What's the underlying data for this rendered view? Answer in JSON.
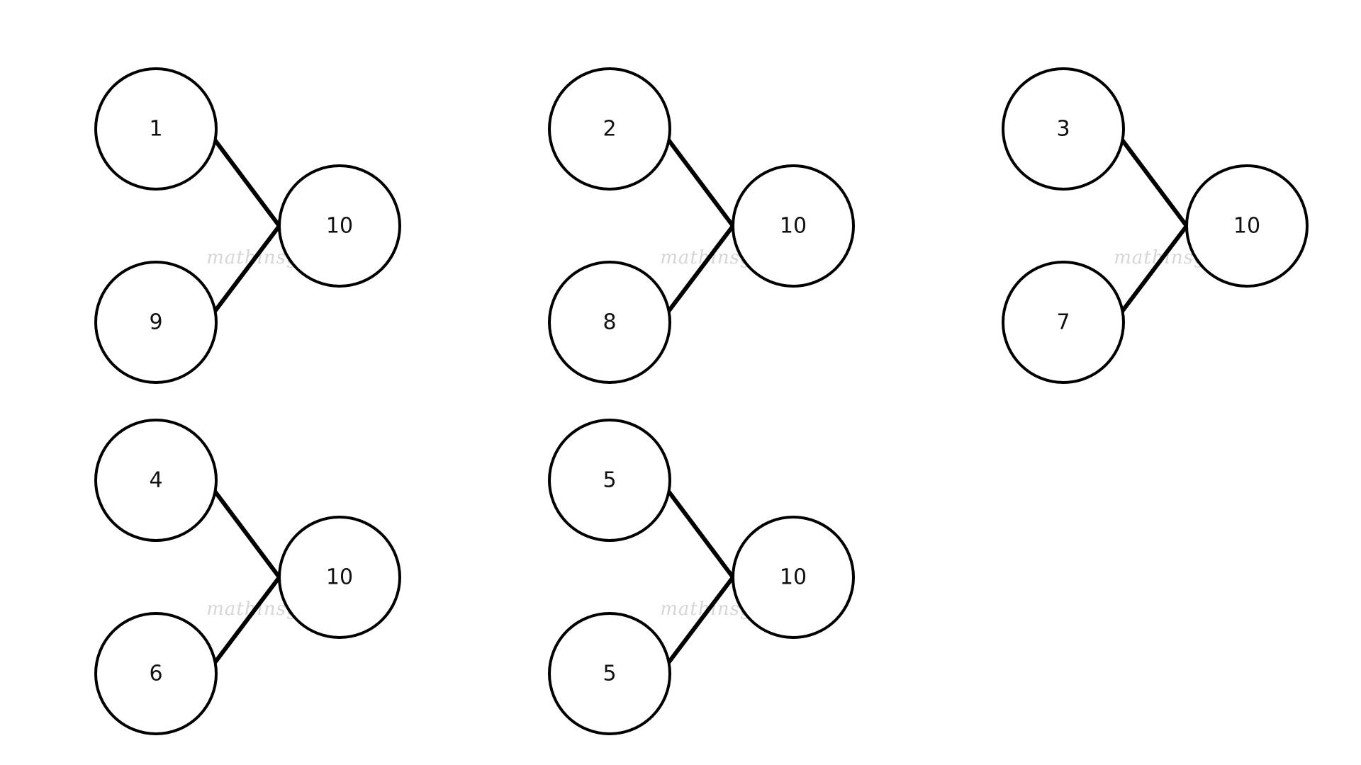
{
  "watermark_text": "mathinsg.com",
  "colors": {
    "background": "#ffffff",
    "stroke": "#000000",
    "label": "#111111",
    "watermark": "#d6d6d6"
  },
  "bonds": [
    {
      "top": "1",
      "bottom": "9",
      "whole": "10"
    },
    {
      "top": "2",
      "bottom": "8",
      "whole": "10"
    },
    {
      "top": "3",
      "bottom": "7",
      "whole": "10"
    },
    {
      "top": "4",
      "bottom": "6",
      "whole": "10"
    },
    {
      "top": "5",
      "bottom": "5",
      "whole": "10"
    }
  ]
}
